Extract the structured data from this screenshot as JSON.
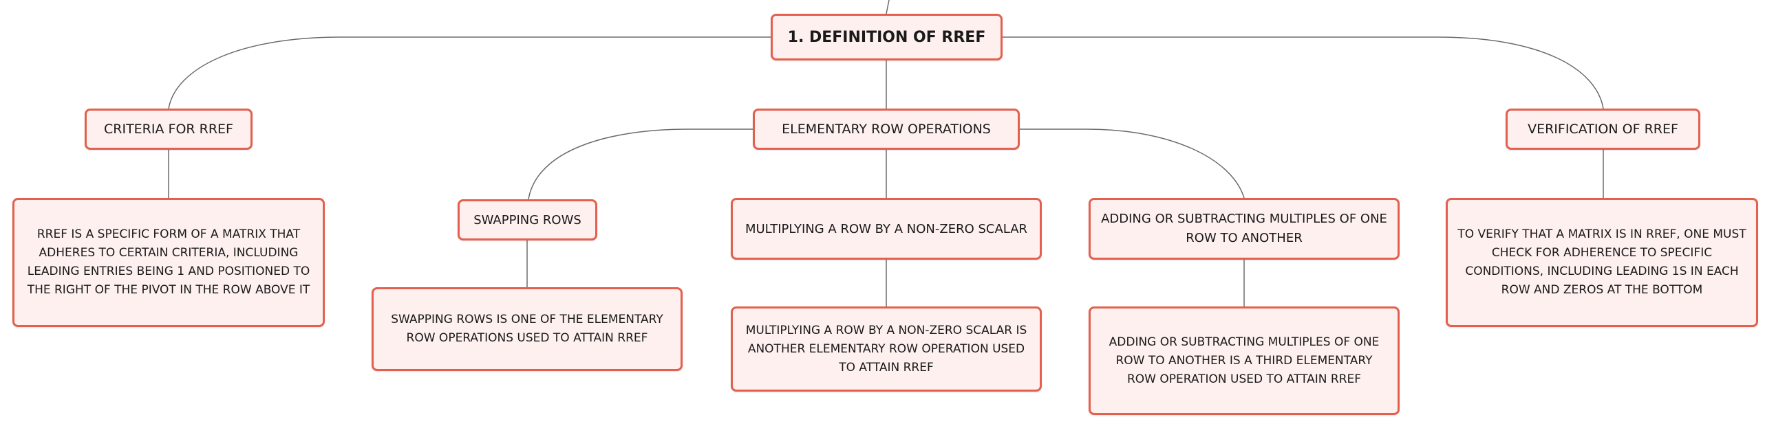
{
  "colors": {
    "node_border": "#e4604e",
    "node_fill": "#fdf0ee",
    "connector": "#6b6b6b",
    "text": "#1a1a1a"
  },
  "root": {
    "label": "1. DEFINITION OF RREF"
  },
  "branches": {
    "criteria": {
      "label": "CRITERIA FOR RREF",
      "detail": "RREF IS A SPECIFIC FORM OF A MATRIX THAT ADHERES TO CERTAIN CRITERIA, INCLUDING LEADING ENTRIES BEING 1 AND POSITIONED TO THE RIGHT OF THE PIVOT IN THE ROW ABOVE IT"
    },
    "row_operations": {
      "label": "ELEMENTARY ROW OPERATIONS",
      "swapping": {
        "label": "SWAPPING ROWS",
        "detail": "SWAPPING ROWS IS ONE OF THE ELEMENTARY ROW OPERATIONS USED TO ATTAIN RREF"
      },
      "multiplying": {
        "label": "MULTIPLYING A ROW BY A NON-ZERO SCALAR",
        "detail": "MULTIPLYING A ROW BY A NON-ZERO SCALAR IS ANOTHER ELEMENTARY ROW OPERATION USED TO ATTAIN RREF"
      },
      "adding": {
        "label": "ADDING OR SUBTRACTING MULTIPLES OF ONE ROW TO ANOTHER",
        "detail": "ADDING OR SUBTRACTING MULTIPLES OF ONE ROW TO ANOTHER IS A THIRD ELEMENTARY ROW OPERATION USED TO ATTAIN RREF"
      }
    },
    "verification": {
      "label": "VERIFICATION OF RREF",
      "detail": "TO VERIFY THAT A MATRIX IS IN RREF, ONE MUST CHECK FOR ADHERENCE TO SPECIFIC CONDITIONS, INCLUDING LEADING 1S IN EACH ROW AND ZEROS AT THE BOTTOM"
    }
  }
}
